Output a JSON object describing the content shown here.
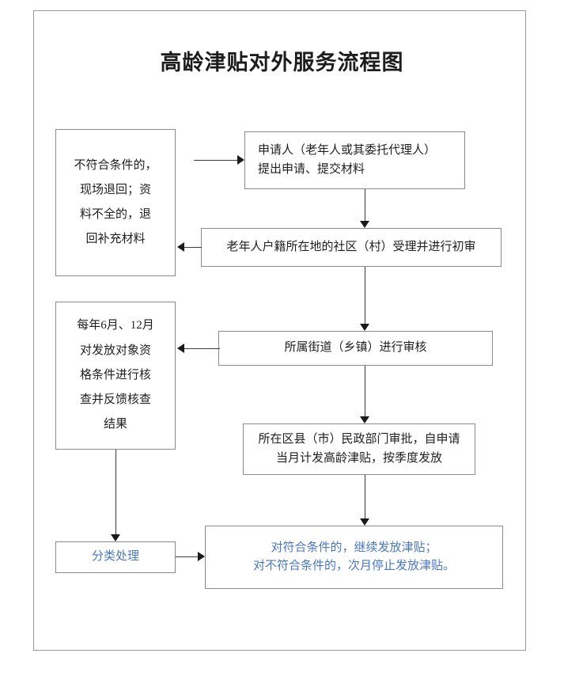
{
  "document": {
    "title": "高龄津贴对外服务流程图"
  },
  "colors": {
    "accent_blue": "#4a77c4",
    "box_border": "#8b8b8b",
    "page_border": "#9a9a9a",
    "connector": "#3a3a3a",
    "text": "#1f1f1f"
  },
  "nodes": {
    "reject": {
      "name": "不符合条件退回说明",
      "lines": [
        "不符合条件的，",
        "现场退回；资",
        "料不全的，退",
        "回补充材料"
      ]
    },
    "apply": {
      "name": "申请人提出申请",
      "lines": [
        "申请人（老年人或其委托代理人）",
        "提出申请、提交材料"
      ]
    },
    "community": {
      "name": "社区受理初审",
      "lines": [
        "老年人户籍所在地的社区（村）受理并进行初审"
      ]
    },
    "annual": {
      "name": "年度核查",
      "lines": [
        "每年6月、12月",
        "对发放对象资",
        "格条件进行核",
        "查并反馈核查",
        "结果"
      ]
    },
    "street": {
      "name": "街道乡镇审核",
      "lines": [
        "所属街道（乡镇）进行审核"
      ]
    },
    "approve": {
      "name": "民政部门审批",
      "lines": [
        "所在区县（市）民政部门审批，自申请",
        "当月计发高龄津贴，按季度发放"
      ]
    },
    "classify": {
      "name": "分类处理",
      "lines": [
        "分类处理"
      ]
    },
    "result": {
      "name": "分类处理结果",
      "lines": [
        "对符合条件的，继续发放津贴；",
        "对不符合条件的，次月停止发放津贴。"
      ]
    }
  },
  "connectors": [
    {
      "id": "reject-to-apply",
      "from": "reject",
      "to": "apply",
      "direction": "right"
    },
    {
      "id": "apply-to-community",
      "from": "apply",
      "to": "community",
      "direction": "down"
    },
    {
      "id": "community-to-reject",
      "from": "community",
      "to": "reject",
      "direction": "left"
    },
    {
      "id": "community-to-street",
      "from": "community",
      "to": "street",
      "direction": "down"
    },
    {
      "id": "street-to-annual",
      "from": "street",
      "to": "annual",
      "direction": "left"
    },
    {
      "id": "street-to-approve",
      "from": "street",
      "to": "approve",
      "direction": "down"
    },
    {
      "id": "approve-to-result",
      "from": "approve",
      "to": "result",
      "direction": "down"
    },
    {
      "id": "annual-to-classify",
      "from": "annual",
      "to": "classify",
      "direction": "down"
    },
    {
      "id": "classify-to-result",
      "from": "classify",
      "to": "result",
      "direction": "right"
    }
  ]
}
